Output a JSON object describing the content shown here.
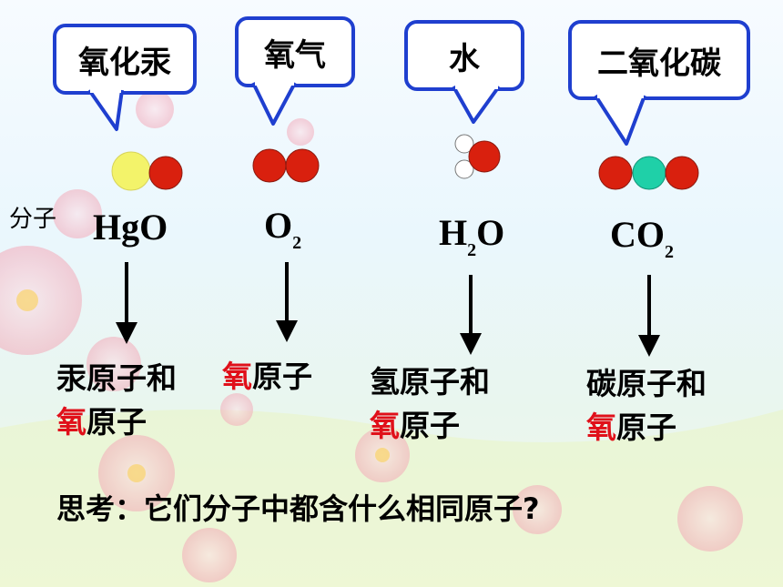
{
  "bubbles": [
    {
      "text": "氧化汞"
    },
    {
      "text": "氧气"
    },
    {
      "text": "水"
    },
    {
      "text": "二氧化碳"
    }
  ],
  "fenzi_label": "分子",
  "formulas": [
    {
      "main": "HgO",
      "sub": ""
    },
    {
      "main": "O",
      "sub": "2",
      "tail": ""
    },
    {
      "pre": "H",
      "sub": "2",
      "tail": "O"
    },
    {
      "main": "CO",
      "sub": "2"
    }
  ],
  "descriptions": [
    {
      "line1_red": "",
      "line1": "汞原子和",
      "line2_red": "氧",
      "line2": "原子"
    },
    {
      "line1_red": "氧",
      "line1": "原子",
      "line2_red": "",
      "line2": ""
    },
    {
      "line1_red": "",
      "line1": "氢原子和",
      "line2_red": "氧",
      "line2": "原子"
    },
    {
      "line1_red": "",
      "line1": "碳原子和",
      "line2_red": "氧",
      "line2": "原子"
    }
  ],
  "question": "思考：它们分子中都含什么相同原子?",
  "colors": {
    "bubble_border": "#1f3fcf",
    "oxygen_atom": "#d9200e",
    "mercury_atom": "#f3f36a",
    "carbon_atom": "#1fd0a8",
    "hydrogen_atom": "#ffffff",
    "highlight_text": "#e0101a"
  }
}
